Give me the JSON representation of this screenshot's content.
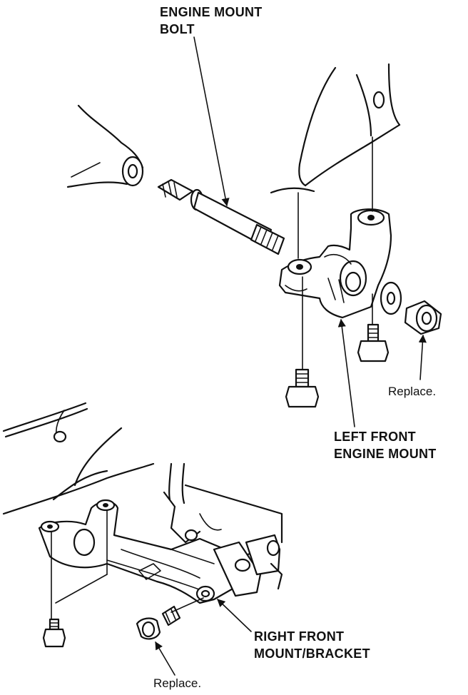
{
  "labels": {
    "engine_mount_bolt_line1": "ENGINE MOUNT",
    "engine_mount_bolt_line2": "BOLT",
    "replace_upper": "Replace.",
    "left_front_mount_line1": "LEFT FRONT",
    "left_front_mount_line2": "ENGINE MOUNT",
    "right_front_mount_line1": "RIGHT FRONT",
    "right_front_mount_line2": "MOUNT/BRACKET",
    "replace_lower": "Replace."
  },
  "colors": {
    "ink": "#111111",
    "paper": "#ffffff"
  }
}
